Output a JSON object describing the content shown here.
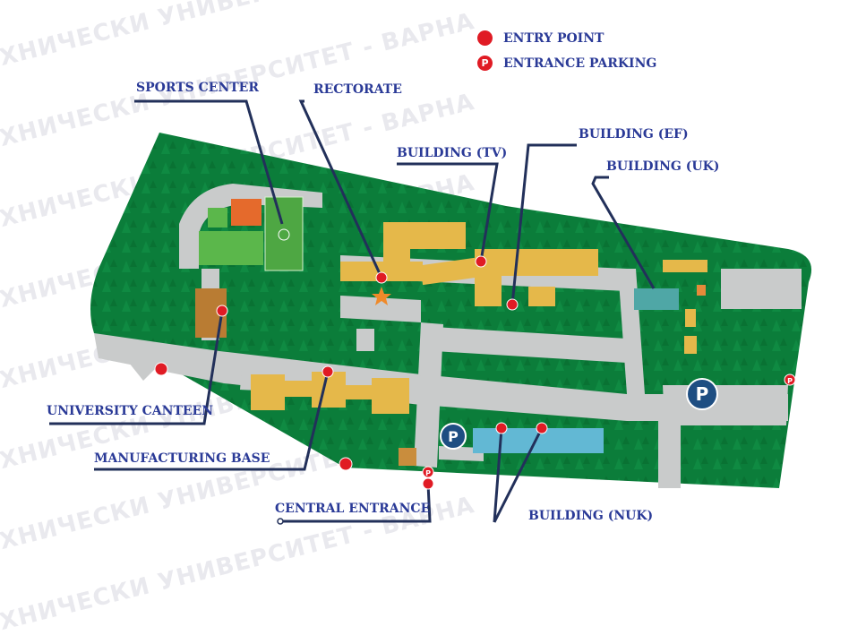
{
  "watermark": "ТЕХНИЧЕСКИ УНИВЕРСИТЕТ - ВАРНА",
  "legend": {
    "entry_point": "ENTRY POINT",
    "entrance_parking": "ENTRANCE PARKING",
    "parking_symbol": "P"
  },
  "labels": {
    "sports_center": "SPORTS CENTER",
    "rectorate": "RECTORATE",
    "building_tv": "BUILDING (TV)",
    "building_ef": "BUILDING (EF)",
    "building_uk": "BUILDING (UK)",
    "university_canteen": "UNIVERSITY CANTEEN",
    "manufacturing_base": "MANUFACTURING BASE",
    "central_entrance": "CENTRAL ENTRANCE",
    "building_nuk": "BUILDING (NUK)"
  },
  "colors": {
    "campus_green": "#0b7d3a",
    "road_gray": "#c9cbcb",
    "building_yellow": "#e5b84a",
    "canteen_brown": "#b97c33",
    "nuk_blue": "#62b8d4",
    "uk_teal": "#4fa7a6",
    "pointer_navy": "#22305a",
    "entry_red": "#e01b24",
    "parking_blue": "#1e4e82"
  }
}
